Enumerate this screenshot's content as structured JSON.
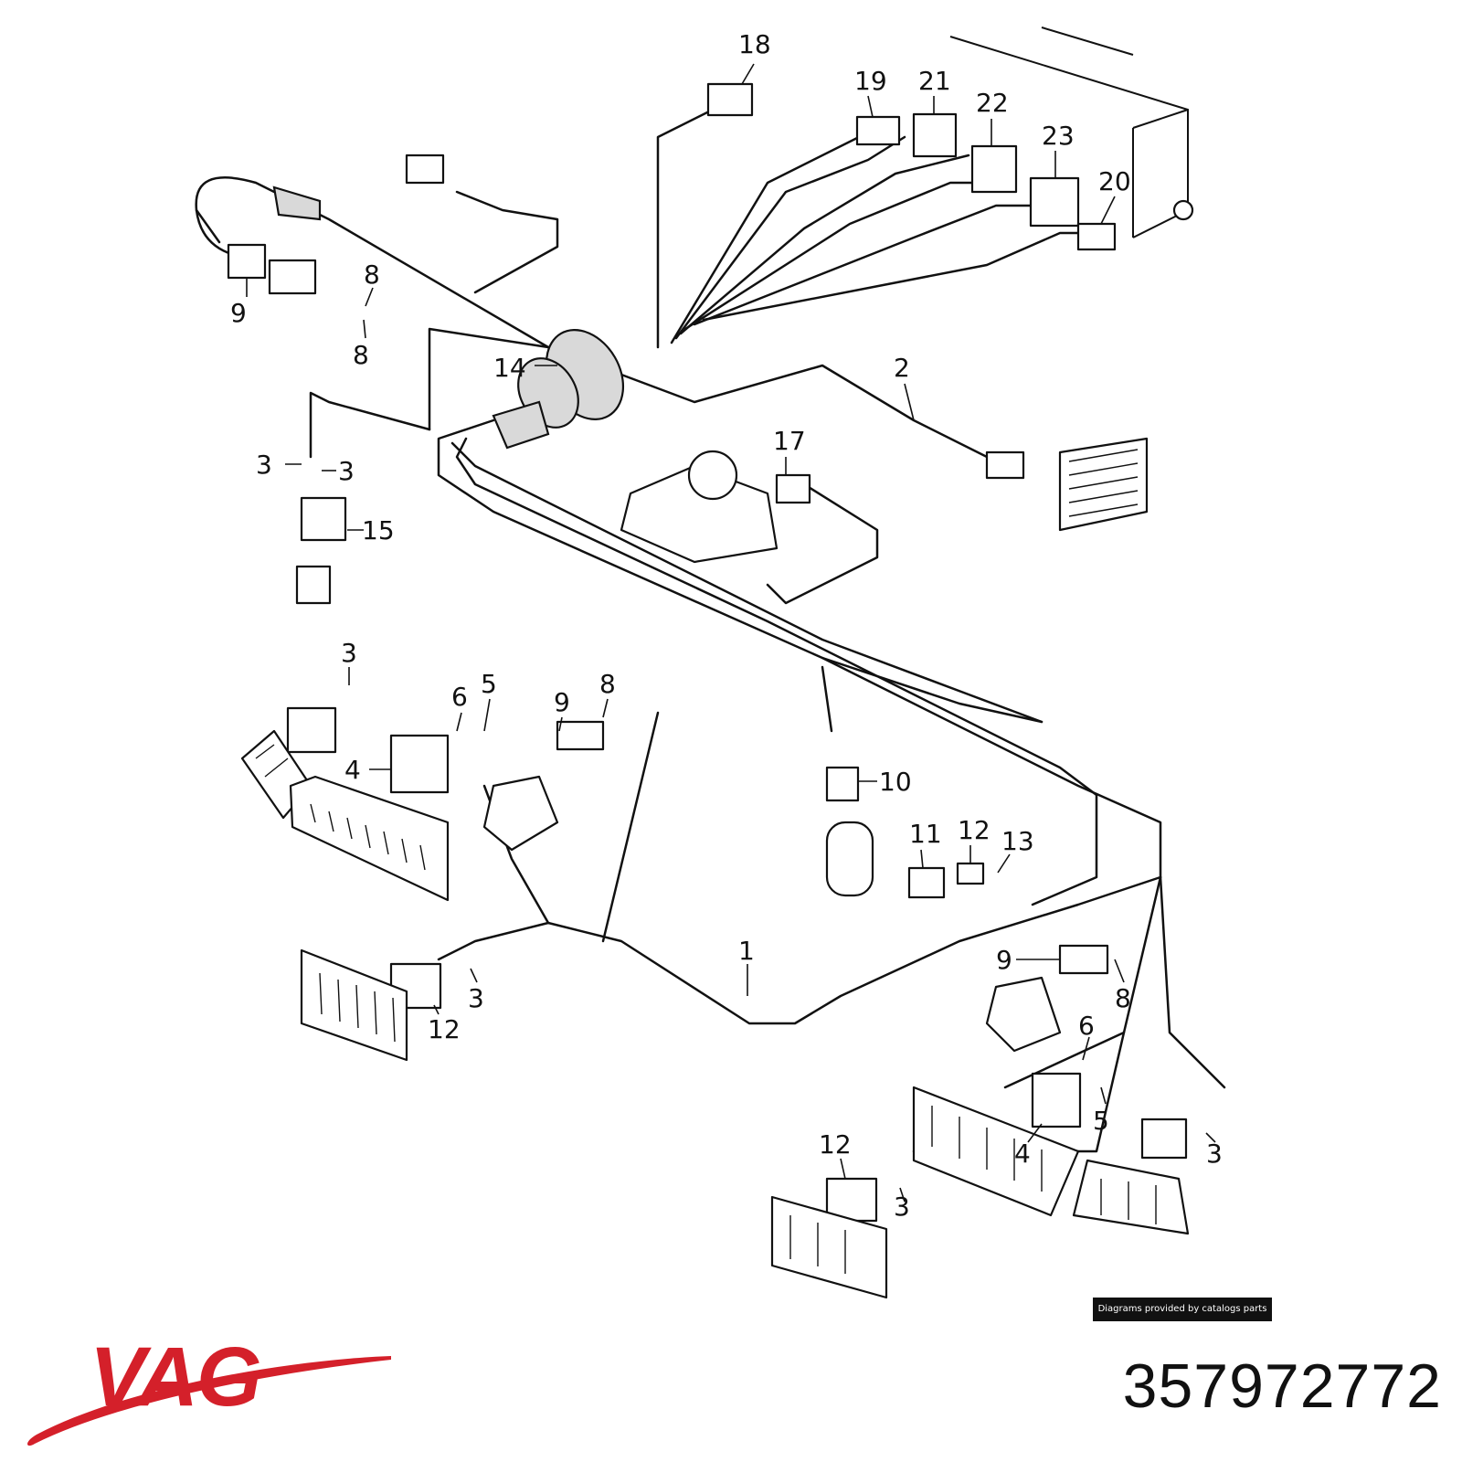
{
  "diagram": {
    "callouts": [
      "18",
      "19",
      "21",
      "22",
      "23",
      "20",
      "9",
      "8",
      "8",
      "14",
      "2",
      "17",
      "3",
      "3",
      "15",
      "3",
      "6",
      "5",
      "9",
      "8",
      "4",
      "10",
      "11",
      "12",
      "13",
      "9",
      "8",
      "1",
      "3",
      "12",
      "6",
      "5",
      "4",
      "3",
      "12",
      "3"
    ],
    "credit_text": "Diagrams provided by catalogs parts"
  },
  "brand": {
    "logo_text": "VAG",
    "logo_color": "#d4202a"
  },
  "part_number": "357972772"
}
